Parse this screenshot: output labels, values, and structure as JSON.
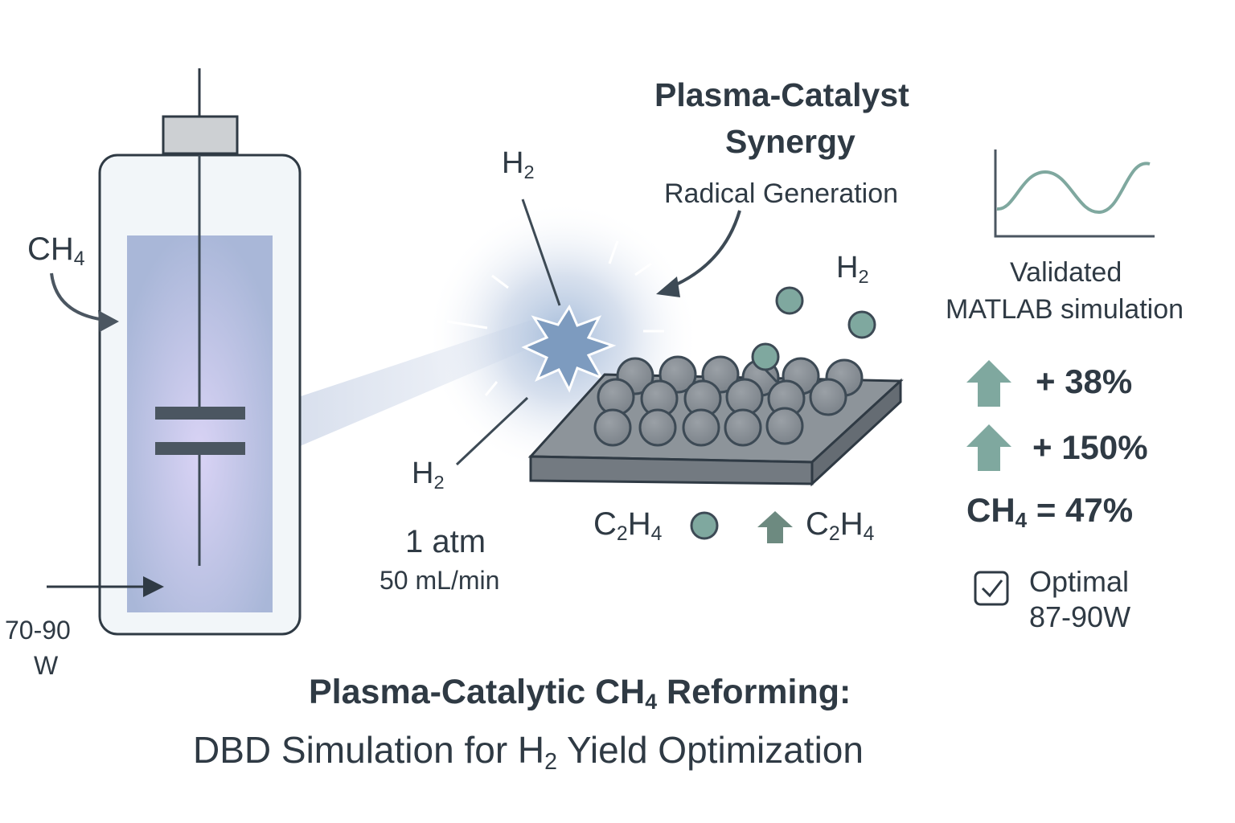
{
  "reactor": {
    "gas_label": "CH",
    "gas_sub": "4",
    "power_line1": "70-90",
    "power_line2": "W"
  },
  "center": {
    "title_line1": "Plasma-Catalyst",
    "title_line2": "Synergy",
    "radical_label": "Radical Generation",
    "h2_top": "H",
    "h2_top_sub": "2",
    "h2_left": "H",
    "h2_left_sub": "2",
    "h2_right": "H",
    "h2_right_sub": "2",
    "pressure": "1 atm",
    "flow": "50 mL/min",
    "c2h4_left": {
      "a": "C",
      "a_sub": "2",
      "b": "H",
      "b_sub": "4"
    },
    "c2h4_right": {
      "a": "C",
      "a_sub": "2",
      "b": "H",
      "b_sub": "4"
    }
  },
  "results": {
    "validated_line1": "Validated",
    "validated_line2": "MATLAB simulation",
    "increase1": "+ 38%",
    "increase2": "+ 150%",
    "ch4_conv_prefix": "CH",
    "ch4_conv_sub": "4",
    "ch4_conv_value": " = 47%",
    "optimal_line1": "Optimal",
    "optimal_line2": "87-90W"
  },
  "footer": {
    "title_prefix": "Plasma-Catalytic CH",
    "title_sub": "4",
    "title_suffix": " Reforming:",
    "subtitle_prefix": "DBD Simulation for H",
    "subtitle_sub": "2",
    "subtitle_suffix": " Yield Optimization"
  },
  "colors": {
    "ink": "#2f3a44",
    "teal": "#7fa89f",
    "catalyst": "#8a9096",
    "plasma": "#9aaed0"
  }
}
